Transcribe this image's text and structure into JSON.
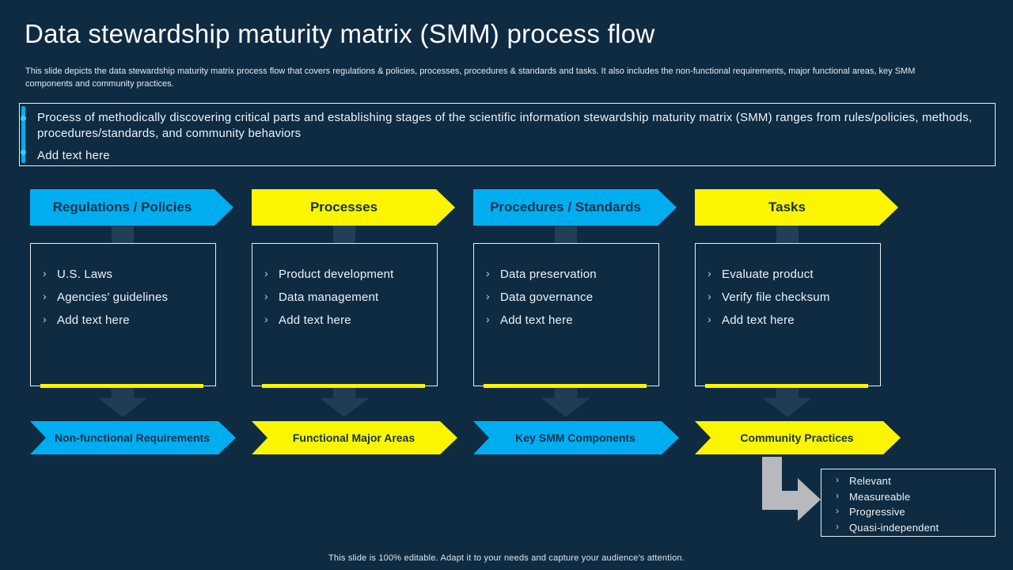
{
  "colors": {
    "background": "#0e2b42",
    "blue": "#00aeef",
    "yellow": "#fbf500",
    "arrowText": "#14324d",
    "boxBorder": "#e8eef3",
    "text": "#eef3f8",
    "elbowGray": "#b7babc"
  },
  "header": {
    "title": "Data stewardship maturity matrix (SMM) process flow",
    "subtitle": "This slide depicts the data stewardship maturity matrix process flow that covers regulations & policies, processes, procedures & standards and tasks. It also includes the non-functional requirements, major functional areas, key SMM components and community practices."
  },
  "intro": {
    "bullet1": "Process of methodically discovering critical parts and establishing stages of the scientific information stewardship maturity matrix (SMM) ranges from rules/policies, methods, procedures/standards, and community behaviors",
    "bullet2": "Add text here"
  },
  "columns": [
    {
      "banner": "Regulations / Policies",
      "banner_color": "blue",
      "items": [
        "U.S. Laws",
        "Agencies’ guidelines",
        "Add text here"
      ],
      "footer_banner": "Non-functional Requirements",
      "footer_color": "blue"
    },
    {
      "banner": "Processes",
      "banner_color": "yellow",
      "items": [
        "Product development",
        "Data management",
        "Add text here"
      ],
      "footer_banner": "Functional Major Areas",
      "footer_color": "yellow"
    },
    {
      "banner": "Procedures / Standards",
      "banner_color": "blue",
      "items": [
        "Data preservation",
        "Data governance",
        "Add text here"
      ],
      "footer_banner": "Key SMM Components",
      "footer_color": "blue"
    },
    {
      "banner": "Tasks",
      "banner_color": "yellow",
      "items": [
        "Evaluate product",
        "Verify file checksum",
        "Add text here"
      ],
      "footer_banner": "Community Practices",
      "footer_color": "yellow"
    }
  ],
  "callout": {
    "items": [
      "Relevant",
      "Measureable",
      "Progressive",
      "Quasi-independent"
    ]
  },
  "footer": {
    "note": "This slide is 100% editable. Adapt it to your needs and capture your audience's attention."
  }
}
